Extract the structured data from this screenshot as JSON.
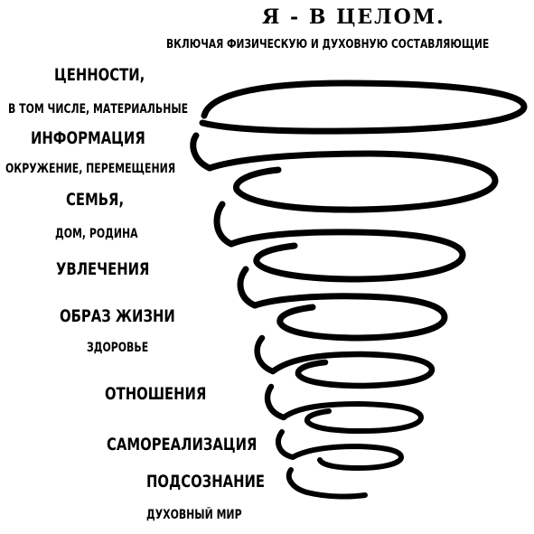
{
  "header": {
    "title": "Я - В ЦЕЛОМ.",
    "subtitle": "ВКЛЮЧАЯ ФИЗИЧЕСКУЮ И ДУХОВНУЮ СОСТАВЛЯЮЩИЕ"
  },
  "labels": [
    {
      "text": "ЦЕННОСТИ,"
    },
    {
      "text": "В ТОМ ЧИСЛЕ, МАТЕРИАЛЬНЫЕ"
    },
    {
      "text": "ИНФОРМАЦИЯ"
    },
    {
      "text": "ОКРУЖЕНИЕ, ПЕРЕМЕЩЕНИЯ"
    },
    {
      "text": "СЕМЬЯ,"
    },
    {
      "text": "ДОМ, РОДИНА"
    },
    {
      "text": "УВЛЕЧЕНИЯ"
    },
    {
      "text": "ОБРАЗ ЖИЗНИ"
    },
    {
      "text": "ЗДОРОВЬЕ"
    },
    {
      "text": "ОТНОШЕНИЯ"
    },
    {
      "text": "САМОРЕАЛИЗАЦИЯ"
    },
    {
      "text": "ПОДСОЗНАНИЕ"
    },
    {
      "text": "ДУХОВНЫЙ МИР"
    }
  ],
  "colors": {
    "ink": "#000000",
    "background": "#ffffff"
  }
}
